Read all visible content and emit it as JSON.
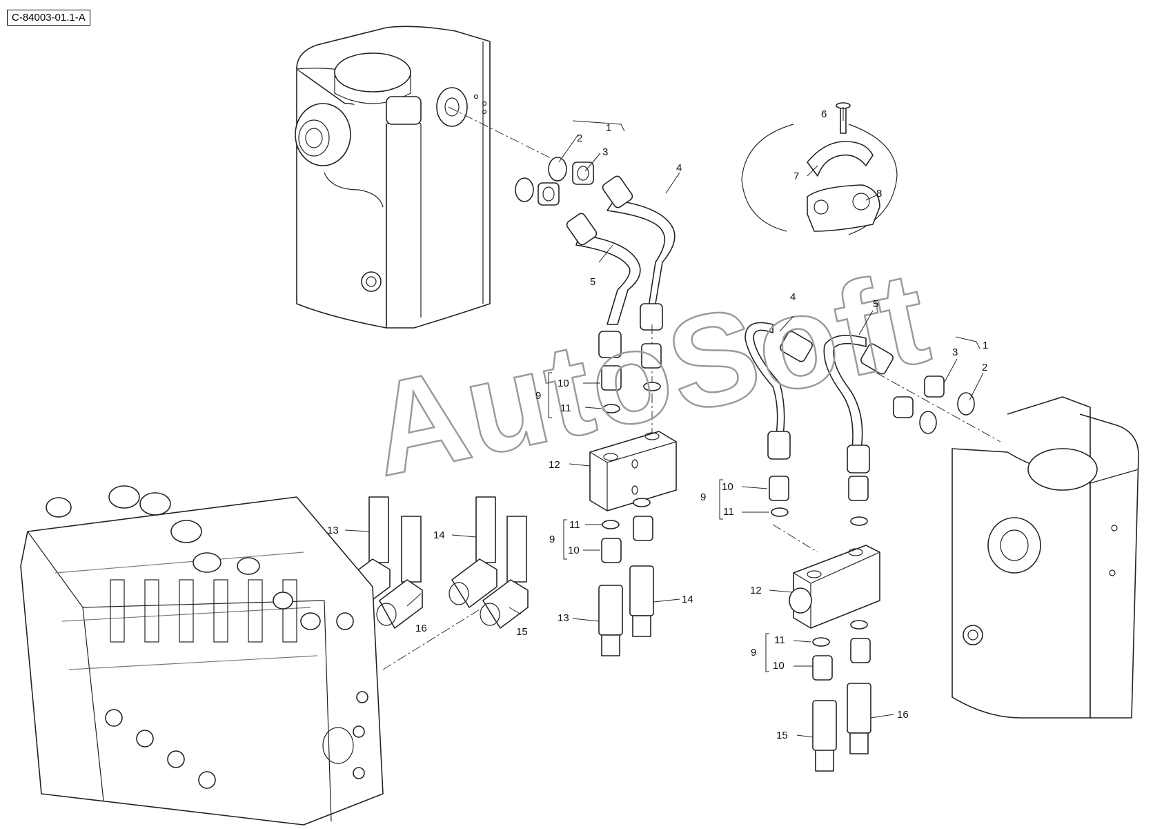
{
  "diagram": {
    "reference_code": "C-84003-01.1-A",
    "watermark": "AutoSoft"
  },
  "callouts": [
    {
      "id": "c1a",
      "label": "1"
    },
    {
      "id": "c2a",
      "label": "2"
    },
    {
      "id": "c3a",
      "label": "3"
    },
    {
      "id": "c4a",
      "label": "4"
    },
    {
      "id": "c5a",
      "label": "5"
    },
    {
      "id": "c6",
      "label": "6"
    },
    {
      "id": "c7",
      "label": "7"
    },
    {
      "id": "c8",
      "label": "8"
    },
    {
      "id": "c9a",
      "label": "9"
    },
    {
      "id": "c10a",
      "label": "10"
    },
    {
      "id": "c11a",
      "label": "11"
    },
    {
      "id": "c12a",
      "label": "12"
    },
    {
      "id": "c13a",
      "label": "13"
    },
    {
      "id": "c14a",
      "label": "14"
    },
    {
      "id": "c16a",
      "label": "16"
    },
    {
      "id": "c15a",
      "label": "15"
    },
    {
      "id": "c11b",
      "label": "11"
    },
    {
      "id": "c9b",
      "label": "9"
    },
    {
      "id": "c10b",
      "label": "10"
    },
    {
      "id": "c13b",
      "label": "13"
    },
    {
      "id": "c14b",
      "label": "14"
    },
    {
      "id": "c4b",
      "label": "4"
    },
    {
      "id": "c5b",
      "label": "5"
    },
    {
      "id": "c1b",
      "label": "1"
    },
    {
      "id": "c3b",
      "label": "3"
    },
    {
      "id": "c2b",
      "label": "2"
    },
    {
      "id": "c10c",
      "label": "10"
    },
    {
      "id": "c9c",
      "label": "9"
    },
    {
      "id": "c11c",
      "label": "11"
    },
    {
      "id": "c12b",
      "label": "12"
    },
    {
      "id": "c11d",
      "label": "11"
    },
    {
      "id": "c9d",
      "label": "9"
    },
    {
      "id": "c10d",
      "label": "10"
    },
    {
      "id": "c16b",
      "label": "16"
    },
    {
      "id": "c15b",
      "label": "15"
    }
  ]
}
